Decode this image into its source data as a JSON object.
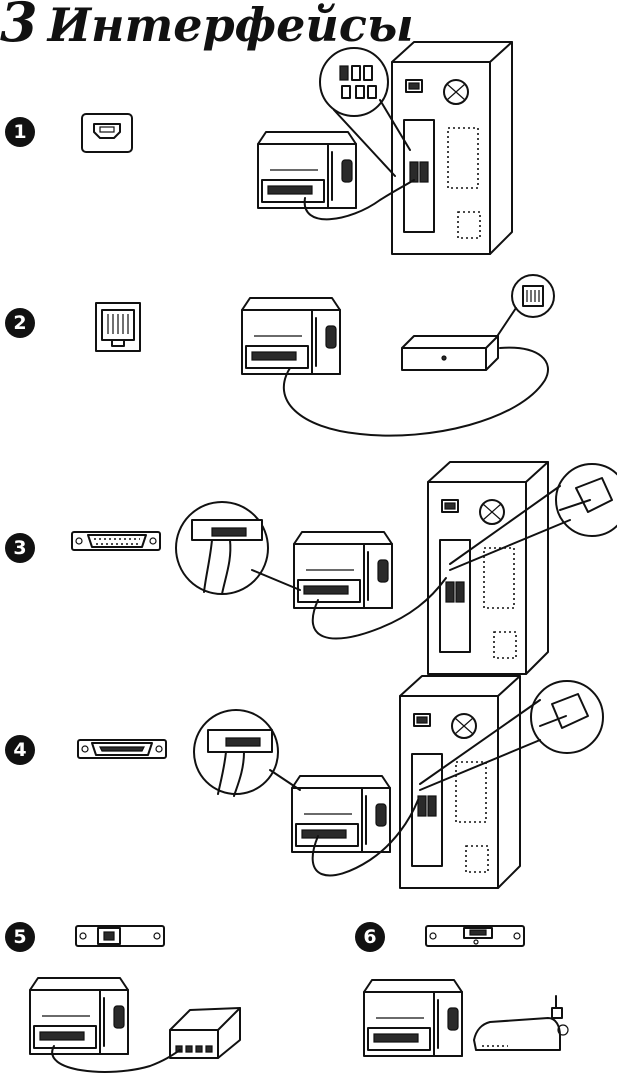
{
  "header": {
    "section_number": "3",
    "title": "Интерфейсы"
  },
  "interfaces": [
    {
      "number": "1",
      "icon": "usb-port-icon"
    },
    {
      "number": "2",
      "icon": "rj11-port-icon"
    },
    {
      "number": "3",
      "icon": "serial-db25-port-icon"
    },
    {
      "number": "4",
      "icon": "parallel-centronics-port-icon"
    },
    {
      "number": "5",
      "icon": "ethernet-port-icon"
    },
    {
      "number": "6",
      "icon": "wireless-module-icon"
    }
  ]
}
